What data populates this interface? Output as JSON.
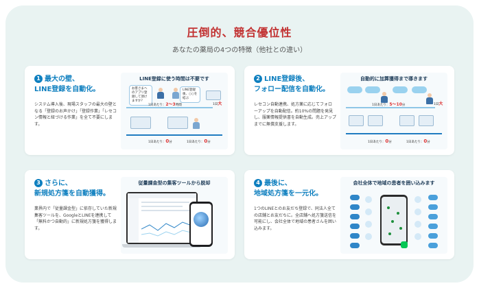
{
  "header": {
    "title": "圧倒的、競合優位性",
    "subtitle": "あなたの薬局の4つの特徴（他社との違い）"
  },
  "cards": [
    {
      "num": "1",
      "line1": "最大の壁、",
      "line2": "LINE登録を自動化。",
      "desc": "システム導入後、現場スタッフの最大の壁となる「登録のお声かけ」「登録作業」「レセコン情報と紐づける作業」を全て不要にします。",
      "figure": {
        "caption": "LINE登録に使う時間は不要です",
        "bubble_a": "お客さまへのアプリ登録して頂けますか？",
        "bubble_b": "LINE登録後、○○を結ぶ",
        "top_time_label": "1日あたり：",
        "top_time_value": "2〜3",
        "top_time_unit": "時間",
        "top_right_label": "1日",
        "top_right_value": "大",
        "bottom_time_label": "1日あたり：",
        "bottom_time_value": "0",
        "bottom_time_unit": "分"
      }
    },
    {
      "num": "2",
      "line1": "LINE登録後、",
      "line2": "フォロー配信を自動化。",
      "desc": "レセコン自動連携、処方薬に応じてフォローアップを自動配信。約10%の問題を発見し、服薬情報提供書を自動生成。売上アップまでに無償支援します。",
      "figure": {
        "caption": "自動的に加算獲得まで導きます",
        "top_time_label": "1日あたり：",
        "top_time_value": "5〜10",
        "top_time_unit": "分",
        "top_right_label": "1日",
        "top_right_value": "大",
        "bottom_time_label": "1日あたり：",
        "bottom_time_value": "0",
        "bottom_time_unit": "分"
      }
    },
    {
      "num": "3",
      "line1": "さらに、",
      "line2": "新規処方箋を自動獲得。",
      "desc": "業界内で「従量課金型」に依存していた新規集客ツールを、GoogleとLINEを連携して「無料かつ自動的」に新規処方箋を獲得します。",
      "figure": {
        "caption": "従量課金型の集客ツールから脱却"
      }
    },
    {
      "num": "4",
      "line1": "最後に、",
      "line2": "地域処方箋を一元化。",
      "desc": "1つのLINEとのお友だち登録で、同法人全ての店舗とお友だちに。全店舗へ処方箋送信を可能にし、会社全体で地域の患者さんを囲い込みます。",
      "figure": {
        "caption": "会社全体で地域の患者を囲い込みます"
      }
    }
  ],
  "colors": {
    "title_red": "#c23232",
    "accent_blue": "#0e7fbf",
    "panel_bg": "#e9f3f2",
    "line_green": "#06c755"
  }
}
